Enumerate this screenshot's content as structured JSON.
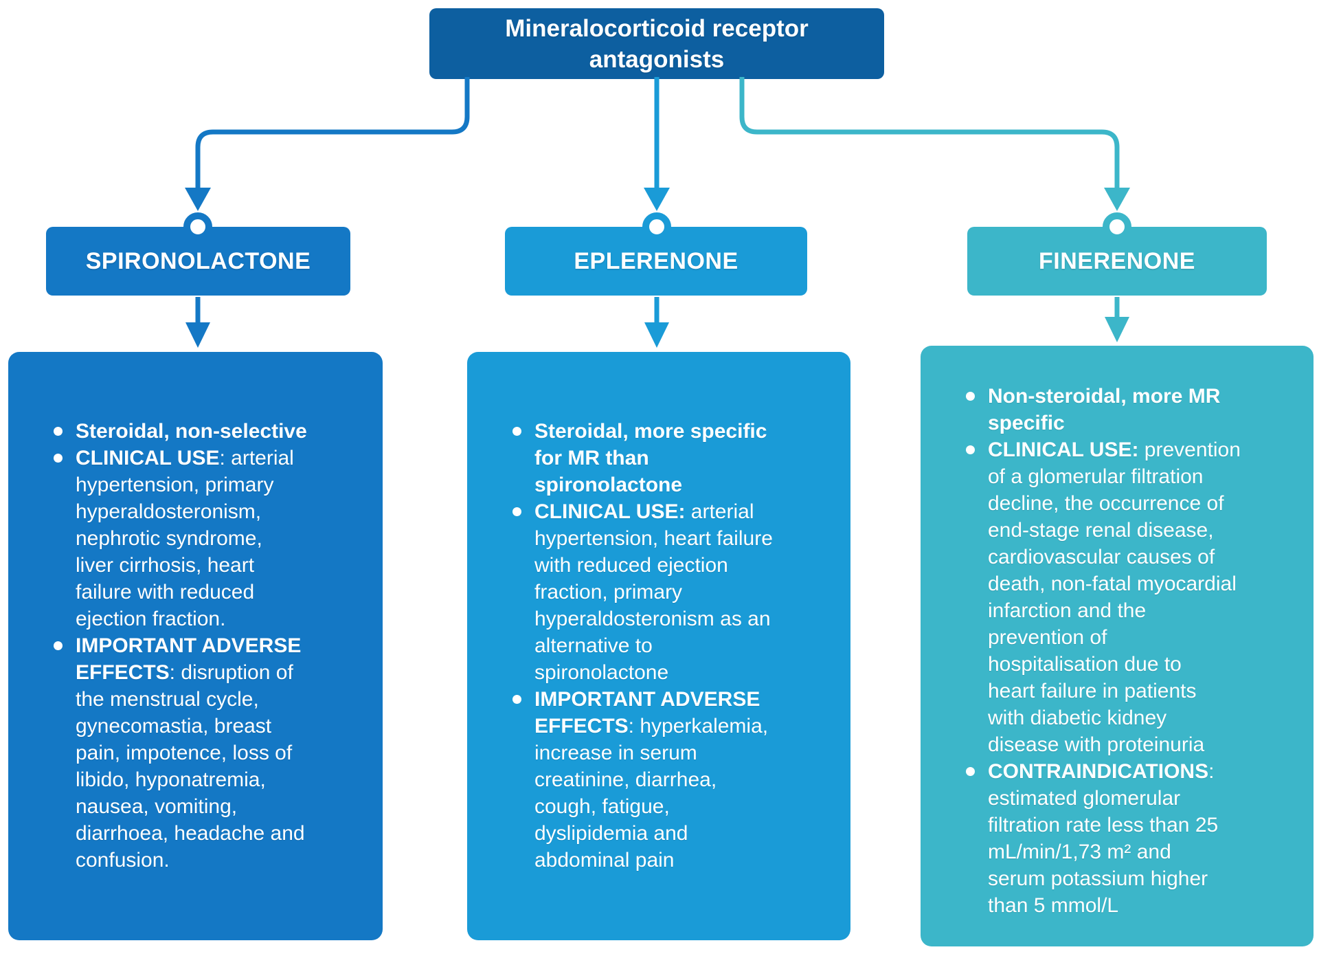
{
  "title": {
    "text": "Mineralocorticoid receptor\nantagonists",
    "color": "#0d5fa0"
  },
  "columns": [
    {
      "id": "spironolactone",
      "name": "SPIRONOLACTONE",
      "color": "#1478c5",
      "bullets": [
        {
          "segments": [
            {
              "bold": true,
              "text": "Steroidal, non-selective"
            }
          ]
        },
        {
          "segments": [
            {
              "bold": true,
              "text": "CLINICAL USE"
            },
            {
              "bold": false,
              "text": ": arterial\nhypertension, primary\nhyperaldosteronism,\nnephrotic syndrome,\nliver cirrhosis, heart\nfailure with reduced\nejection fraction."
            }
          ]
        },
        {
          "segments": [
            {
              "bold": true,
              "text": "IMPORTANT ADVERSE\nEFFECTS"
            },
            {
              "bold": false,
              "text": ": disruption of\nthe menstrual cycle,\ngynecomastia, breast\npain, impotence, loss of\nlibido, hyponatremia,\nnausea, vomiting,\ndiarrhoea, headache and\nconfusion."
            }
          ]
        }
      ]
    },
    {
      "id": "eplerenone",
      "name": "EPLERENONE",
      "color": "#1a9bd7",
      "bullets": [
        {
          "segments": [
            {
              "bold": true,
              "text": "Steroidal, more specific\nfor MR than\nspironolactone"
            }
          ]
        },
        {
          "segments": [
            {
              "bold": true,
              "text": "CLINICAL USE:"
            },
            {
              "bold": false,
              "text": " arterial\nhypertension, heart failure\nwith reduced ejection\nfraction, primary\nhyperaldosteronism as an\nalternative to\nspironolactone"
            }
          ]
        },
        {
          "segments": [
            {
              "bold": true,
              "text": "IMPORTANT ADVERSE\nEFFECTS"
            },
            {
              "bold": false,
              "text": ": hyperkalemia,\nincrease in serum\ncreatinine, diarrhea,\ncough, fatigue,\ndyslipidemia and\nabdominal pain"
            }
          ]
        }
      ]
    },
    {
      "id": "finerenone",
      "name": "FINERENONE",
      "color": "#3cb6c9",
      "bullets": [
        {
          "segments": [
            {
              "bold": true,
              "text": "Non-steroidal, more MR\nspecific"
            }
          ]
        },
        {
          "segments": [
            {
              "bold": true,
              "text": "CLINICAL USE:"
            },
            {
              "bold": false,
              "text": " prevention\nof a glomerular filtration\ndecline, the occurrence of\nend-stage renal disease,\ncardiovascular causes of\ndeath, non-fatal myocardial\ninfarction and the\nprevention of\nhospitalisation due to\nheart failure in patients\nwith diabetic kidney\ndisease with proteinuria"
            }
          ]
        },
        {
          "segments": [
            {
              "bold": true,
              "text": "CONTRAINDICATIONS"
            },
            {
              "bold": false,
              "text": ":\nestimated glomerular\nfiltration rate less than 25\nmL/min/1,73 m² and\nserum potassium higher\nthan 5 mmol/L"
            }
          ]
        }
      ]
    }
  ]
}
